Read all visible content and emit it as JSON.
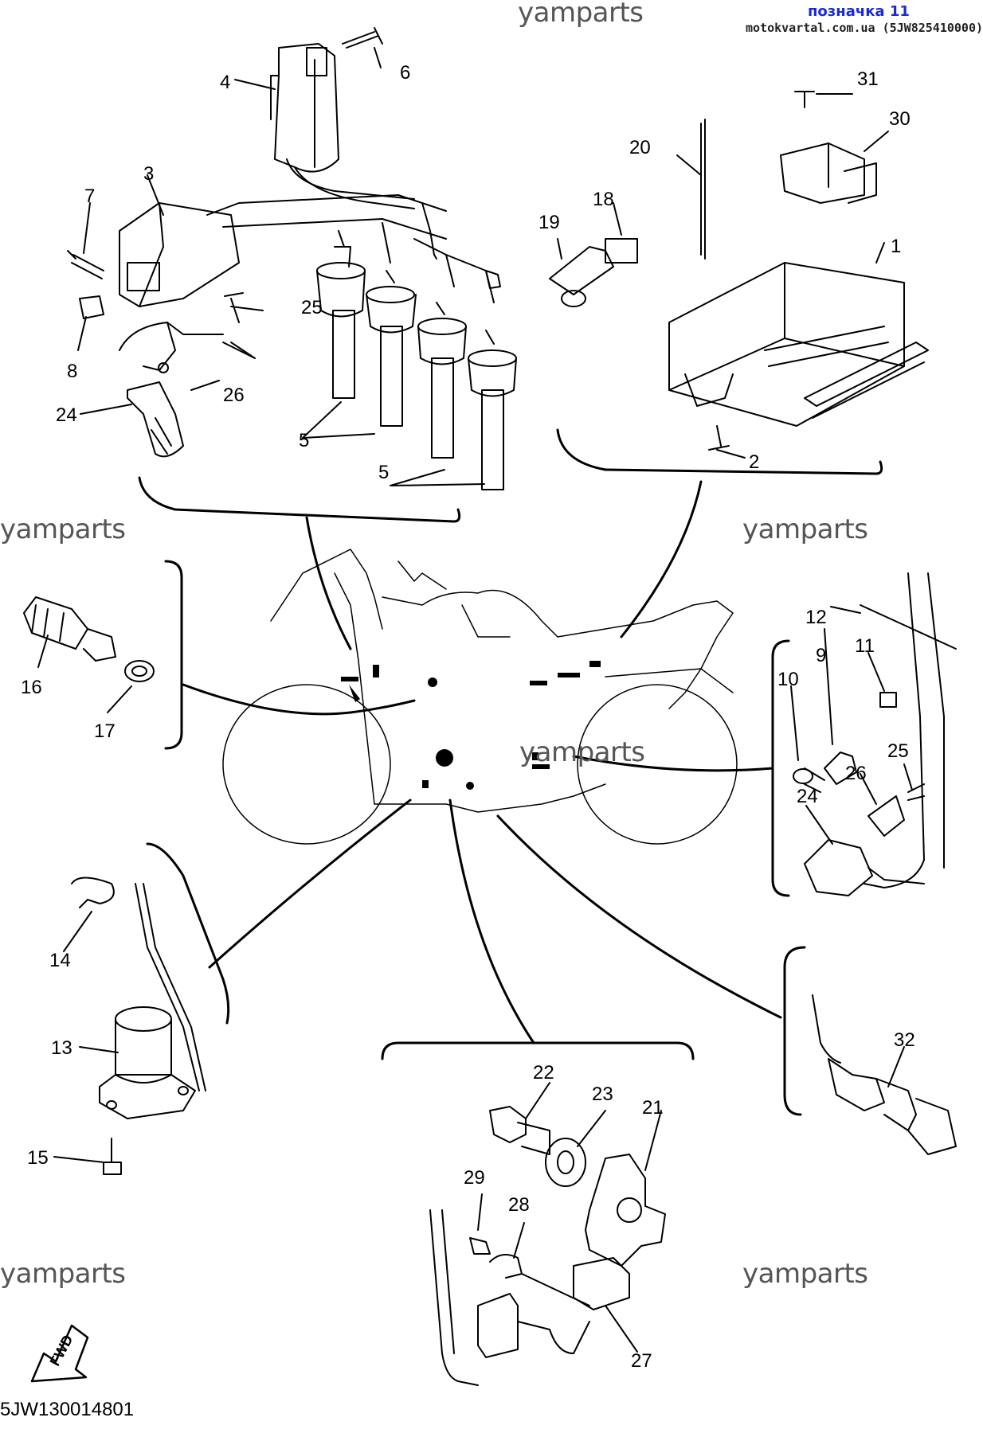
{
  "header": {
    "link_text": "позначка 11",
    "source": "motokvartal.com.ua (5JW825410000)"
  },
  "watermark": "yamparts",
  "diagram_code": "5JW130014801",
  "fwd_label": "FWD",
  "callouts": [
    "1",
    "2",
    "3",
    "4",
    "5",
    "5",
    "6",
    "7",
    "8",
    "24",
    "25",
    "26",
    "20",
    "18",
    "19",
    "31",
    "30",
    "12",
    "11",
    "9",
    "10",
    "25",
    "26",
    "24",
    "16",
    "17",
    "14",
    "13",
    "15",
    "32",
    "22",
    "23",
    "21",
    "29",
    "28",
    "27"
  ]
}
